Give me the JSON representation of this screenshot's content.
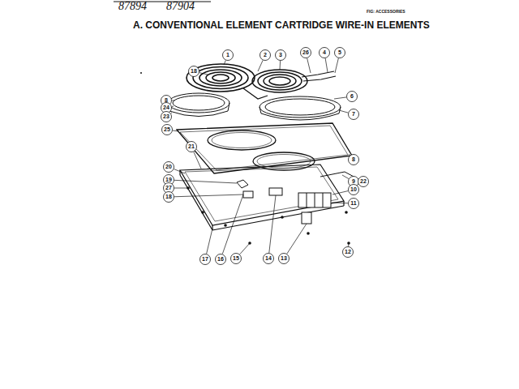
{
  "diagram": {
    "title": "A. CONVENTIONAL ELEMENT CARTRIDGE WIRE-IN ELEMENTS",
    "labels": [
      "87894",
      "87904",
      "FIG: ACCESSORIES",
      "1",
      "2",
      "3",
      "26",
      "4",
      "5",
      "18",
      "8",
      "24",
      "6",
      "23",
      "7",
      "25",
      "21",
      "8",
      "9",
      "22",
      "10",
      "11",
      "20",
      "19",
      "27",
      "18",
      "17",
      "16",
      "15",
      "14",
      "13",
      "12"
    ]
  }
}
